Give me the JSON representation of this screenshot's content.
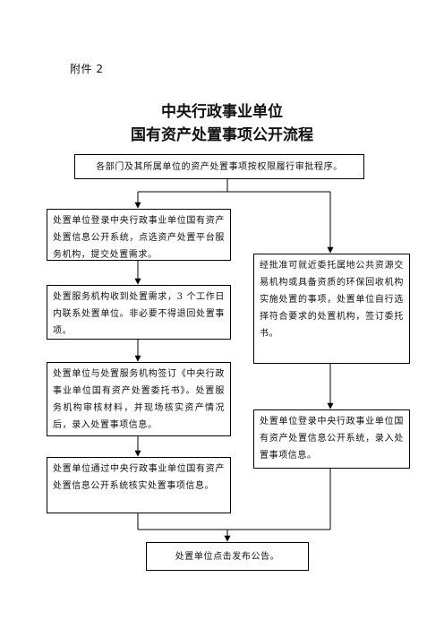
{
  "attachment_label": "附件 2",
  "title": {
    "line1": "中央行政事业单位",
    "line2": "国有资产处置事项公开流程"
  },
  "steps": {
    "top": "各部门及其所属单位的资产处置事项按权限履行审批程序。",
    "left1": "处置单位登录中央行政事业单位国有资产处置信息公开系统，点选资产处置平台服务机构，提交处置需求。",
    "left2": "处置服务机构收到处置需求，3 个工作日内联系处置单位。非必要不得退回处置事项。",
    "left3": "处置单位与处置服务机构签订《中央行政事业单位国有资产处置委托书》。处置服务机构审核材料，并现场核实资产情况后，录入处置事项信息。",
    "left4": "处置单位通过中央行政事业单位国有资产处置信息公开系统核实处置事项信息。",
    "right1": "经批准可就近委托属地公共资源交易机构或具备资质的环保回收机构实施处置的事项，处置单位自行选择符合要求的处置机构，签订委托书。",
    "right2": "处置单位登录中央行政事业单位国有资产处置信息公开系统，录入处置事项信息。",
    "bottom": "处置单位点击发布公告。"
  }
}
